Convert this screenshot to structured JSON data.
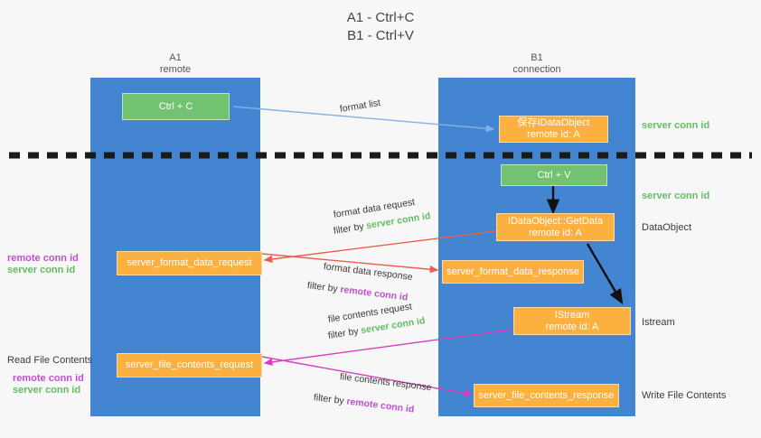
{
  "title": {
    "line1": "A1 - Ctrl+C",
    "line2": "B1 - Ctrl+V"
  },
  "columns": [
    {
      "name": "A1",
      "subtitle": "remote"
    },
    {
      "name": "B1",
      "subtitle": "connection"
    }
  ],
  "colors": {
    "lane": "#4485d1",
    "green_node": "#72c271",
    "orange_node": "#fbb040",
    "remote_conn_id": "#c14fd0",
    "server_conn_id": "#63bd63",
    "arrow_format_list": "#7fb2e5",
    "arrow_format_data": "#e8604c",
    "arrow_file_contents": "#d53fc0",
    "arrow_internal": "#000000",
    "background": "#f7f7f7"
  },
  "nodes": {
    "ctrl_c": {
      "label": "Ctrl + C"
    },
    "save_idataobject": {
      "line1": "保存IDataObject",
      "line2": "remote id: A"
    },
    "ctrl_v": {
      "label": "Ctrl + V"
    },
    "getdata": {
      "line1": "IDataObject::GetData",
      "line2": "remote id: A"
    },
    "server_format_data_request": {
      "label": "server_format_data_request"
    },
    "server_format_data_response": {
      "label": "server_format_data_response"
    },
    "istream": {
      "line1": "IStream",
      "line2": "remote id: A"
    },
    "server_file_contents_request": {
      "label": "server_file_contents_request"
    },
    "server_file_contents_response": {
      "label": "server_file_contents_response"
    }
  },
  "edge_labels": {
    "format_list": "format list",
    "format_data_request": "format data request",
    "format_data_request_filter_prefix": "filter by ",
    "format_data_request_filter_value": "server conn id",
    "format_data_response": "format data response",
    "format_data_response_filter_prefix": "filter by ",
    "format_data_response_filter_value": "remote conn id",
    "file_contents_request": "file contents request",
    "file_contents_request_filter_prefix": "filter by ",
    "file_contents_request_filter_value": "server conn id",
    "file_contents_response": "file contents response",
    "file_contents_response_filter_prefix": "filter by ",
    "file_contents_response_filter_value": "remote conn id"
  },
  "right_annotations": {
    "server_conn_id_top": "server conn id",
    "server_conn_id_mid": "server conn id",
    "dataobject": "DataObject",
    "istream": "Istream",
    "write_file_contents": "Write File Contents"
  },
  "left_annotations": {
    "remote_conn_id_upper": "remote conn id",
    "server_conn_id_upper": "server conn id",
    "read_file_contents": "Read File Contents",
    "remote_conn_id_lower": "remote conn id",
    "server_conn_id_lower": "server conn id"
  }
}
